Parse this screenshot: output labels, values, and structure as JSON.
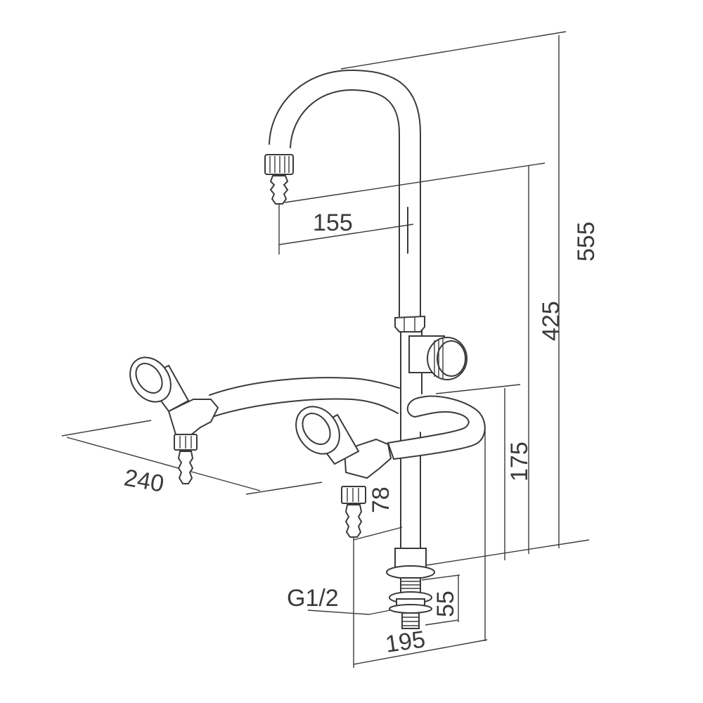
{
  "diagram": {
    "dimensions": {
      "spout_reach": "155",
      "total_height": "555",
      "spout_height": "425",
      "side_outlet_height": "175",
      "outlet_drop": "78",
      "side_span": "240",
      "base_offset": "195",
      "shank_length": "55",
      "thread": "G1/2"
    },
    "colors": {
      "line": "#3a3a3a",
      "background": "#ffffff"
    }
  }
}
